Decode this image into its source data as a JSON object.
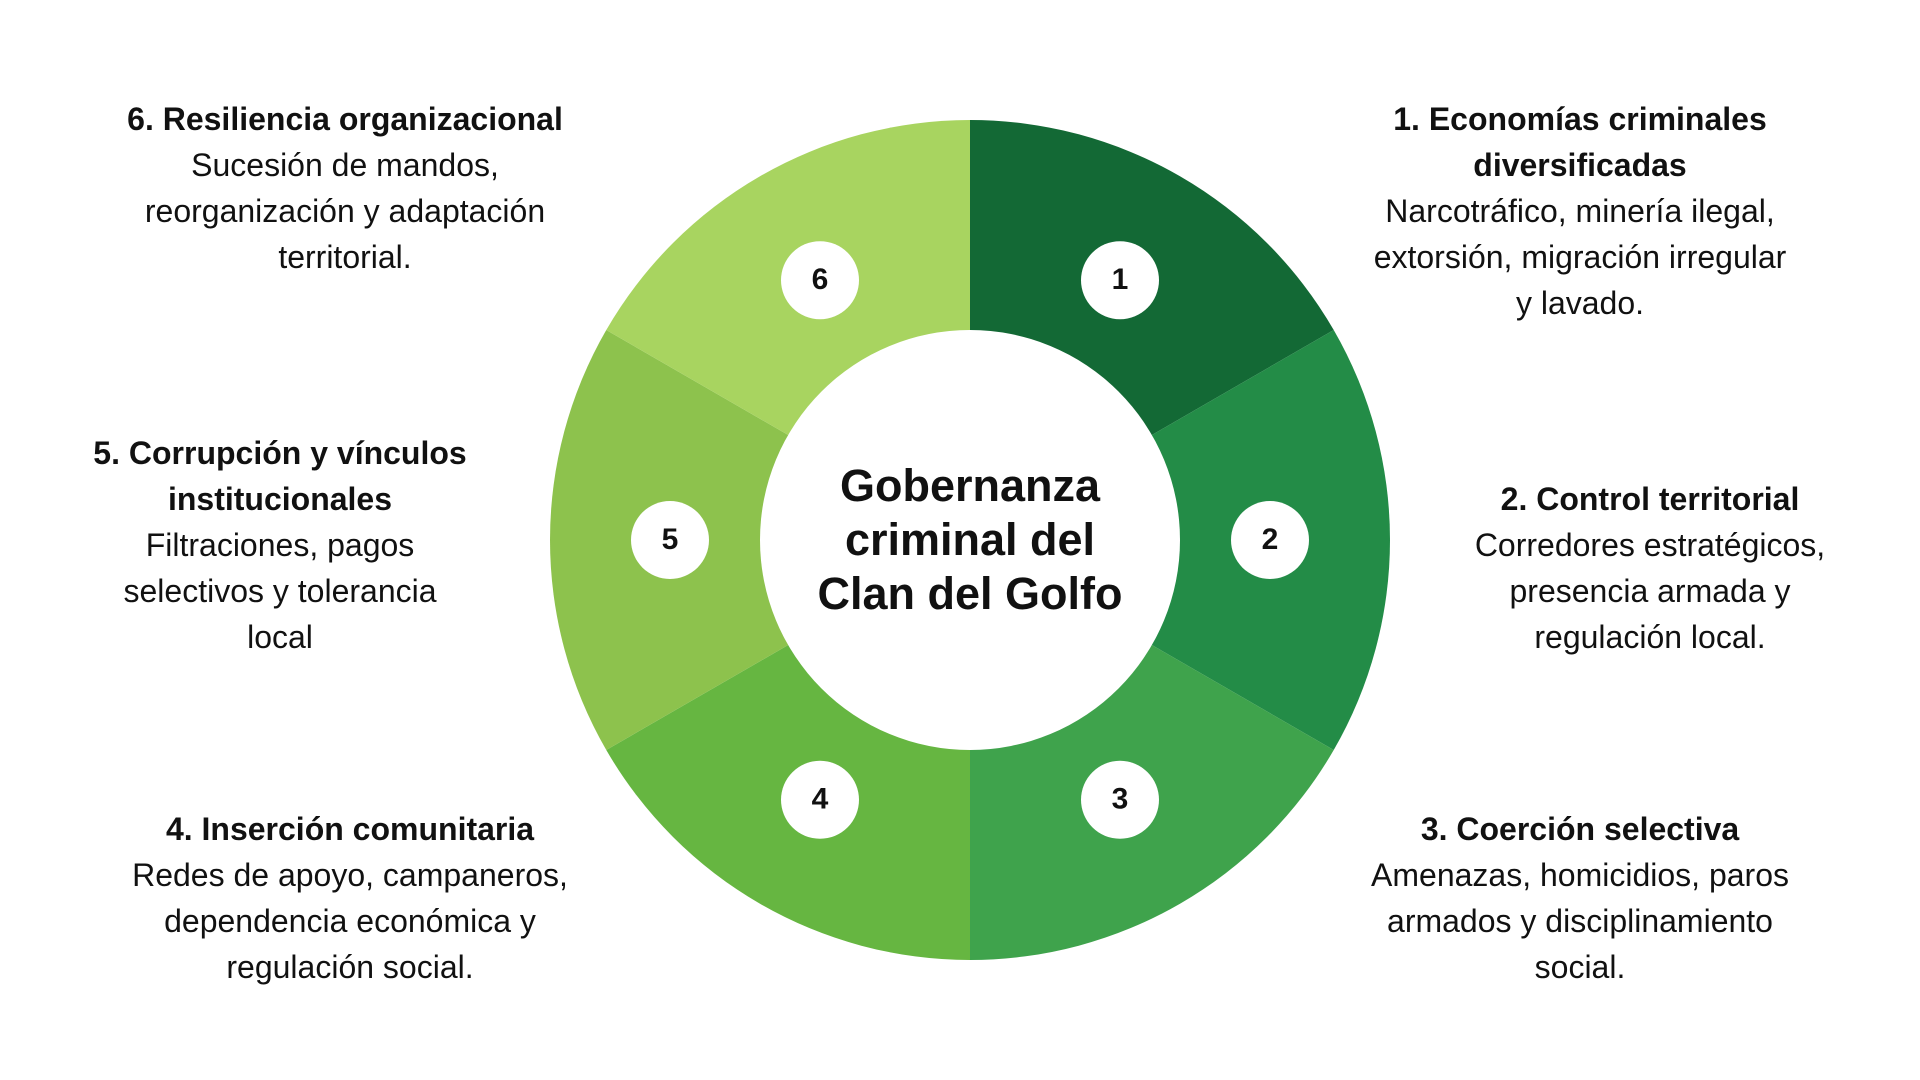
{
  "center": {
    "title_lines": [
      "Gobernanza",
      "criminal del",
      "Clan del Golfo"
    ]
  },
  "segments": [
    {
      "number": "1",
      "color": "#136935"
    },
    {
      "number": "2",
      "color": "#238c47"
    },
    {
      "number": "3",
      "color": "#3fa34c"
    },
    {
      "number": "4",
      "color": "#66b641"
    },
    {
      "number": "5",
      "color": "#8dc24d"
    },
    {
      "number": "6",
      "color": "#a8d460"
    }
  ],
  "blocks": [
    {
      "heading_lines": [
        "1. Economías criminales",
        "diversificadas"
      ],
      "desc_lines": [
        "Narcotráfico, minería ilegal,",
        "extorsión, migración irregular",
        "y lavado."
      ]
    },
    {
      "heading_lines": [
        "2. Control territorial"
      ],
      "desc_lines": [
        "Corredores estratégicos,",
        "presencia armada y",
        "regulación local."
      ]
    },
    {
      "heading_lines": [
        "3. Coerción selectiva"
      ],
      "desc_lines": [
        "Amenazas, homicidios, paros",
        "armados  y disciplinamiento",
        "social."
      ]
    },
    {
      "heading_lines": [
        "4. Inserción comunitaria"
      ],
      "desc_lines": [
        "Redes de apoyo, campaneros,",
        "dependencia económica y",
        "regulación social."
      ]
    },
    {
      "heading_lines": [
        "5. Corrupción y vínculos",
        "institucionales"
      ],
      "desc_lines": [
        "Filtraciones, pagos",
        "selectivos y tolerancia",
        "local"
      ]
    },
    {
      "heading_lines": [
        "6. Resiliencia organizacional"
      ],
      "desc_lines": [
        "Sucesión de mandos,",
        "reorganización y adaptación",
        "territorial."
      ]
    }
  ]
}
